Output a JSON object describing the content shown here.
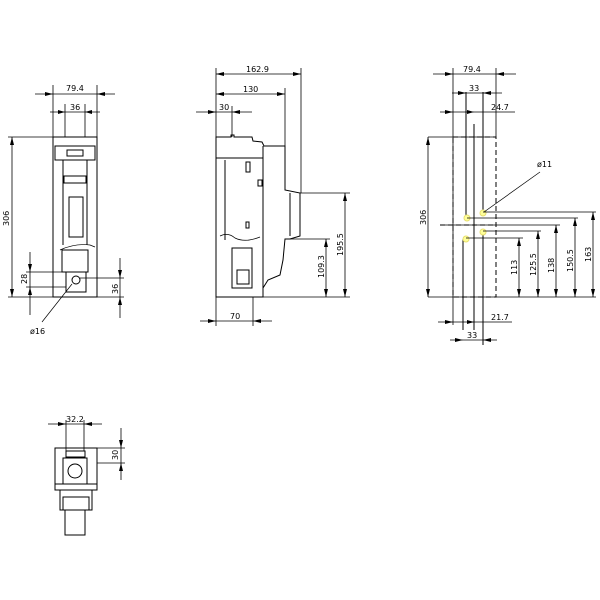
{
  "front_view": {
    "width_overall": "79.4",
    "width_module": "36",
    "height_overall": "306",
    "terminal_height": "28",
    "terminal_offset": "36",
    "terminal_diameter": "ø16"
  },
  "side_view": {
    "depth_overall": "162.9",
    "depth_body": "130",
    "depth_front": "30",
    "depth_base": "70",
    "height_handle_top": "195.5",
    "height_handle_bottom": "109.3"
  },
  "drilling_view": {
    "width_overall": "79.4",
    "hole_spacing_top": "33",
    "hole_offset_top": "24.7",
    "height_overall": "306",
    "hole_diameter": "ø11",
    "hole_heights": [
      "113",
      "125.5",
      "138",
      "150.5",
      "163"
    ],
    "hole_offset_bottom": "21.7",
    "hole_spacing_bottom": "33",
    "hole_color": "#ffff99"
  },
  "top_view": {
    "width": "32.2",
    "height": "30"
  }
}
